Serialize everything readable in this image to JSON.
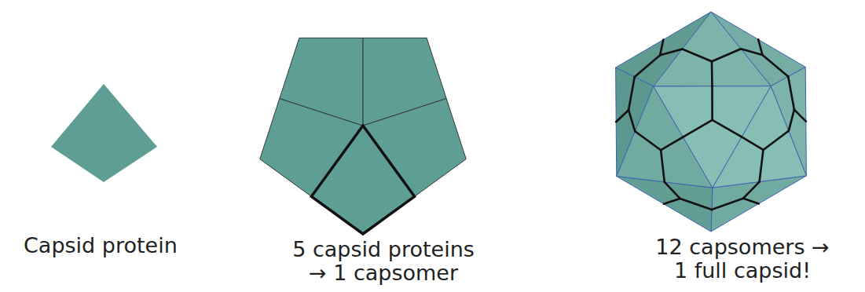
{
  "diagram": {
    "labels": [
      "Capsid protein",
      "5 capsid proteins → 1 capsomer",
      "12 capsomers → 1 full capsid!"
    ]
  }
}
